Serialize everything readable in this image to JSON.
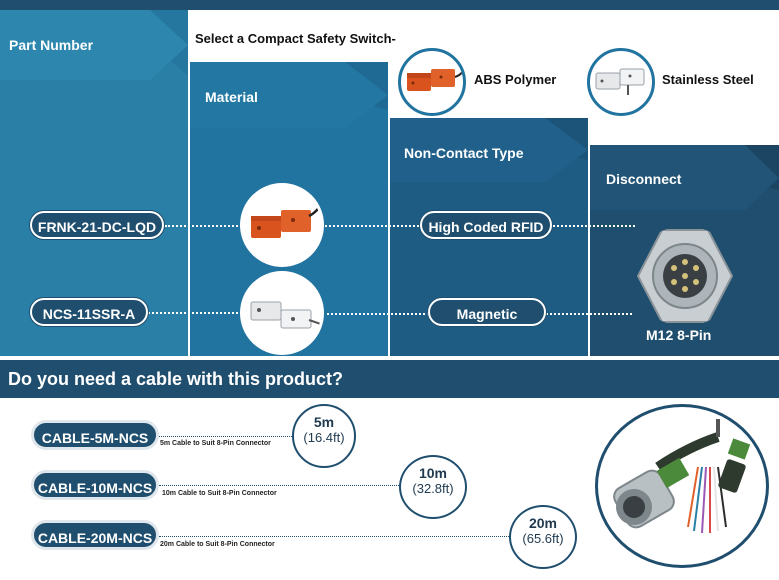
{
  "header": {
    "title": "Select a Compact Safety Switch-",
    "part_number": "Part Number",
    "material": "Material",
    "non_contact_type": "Non-Contact Type",
    "disconnect": "Disconnect"
  },
  "materials": [
    {
      "label": "ABS Polymer",
      "icon": "orange-switch-icon"
    },
    {
      "label": "Stainless Steel",
      "icon": "steel-switch-icon"
    }
  ],
  "parts": [
    {
      "part": "FRNK-21-DC-LQD",
      "type": "High Coded RFID"
    },
    {
      "part": "NCS-11SSR-A",
      "type": "Magnetic"
    }
  ],
  "connector": {
    "label": "M12 8-Pin"
  },
  "cable_section": {
    "title": "Do you need a cable with this product?",
    "cables": [
      {
        "part": "CABLE-5M-NCS",
        "note": "5m Cable to Suit 8-Pin Connector",
        "length": "5m",
        "length_ft": "(16.4ft)"
      },
      {
        "part": "CABLE-10M-NCS",
        "note": "10m Cable to Suit 8-Pin Connector",
        "length": "10m",
        "length_ft": "(32.8ft)"
      },
      {
        "part": "CABLE-20M-NCS",
        "note": "20m Cable to Suit 8-Pin Connector",
        "length": "20m",
        "length_ft": "(65.6ft)"
      }
    ]
  },
  "colors": {
    "dark_navy": "#1f4e6e",
    "mid_blue": "#1e6a8d",
    "teal_blue": "#2a7fa6",
    "orange": "#d9531e"
  }
}
